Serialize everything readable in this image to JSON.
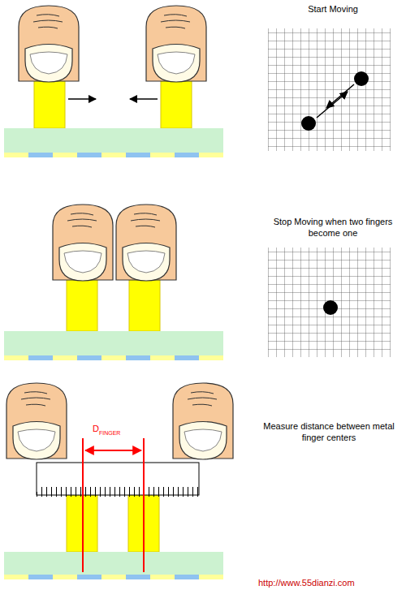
{
  "diagram": {
    "labels": [
      "Start Moving",
      "Stop Moving when two fingers become one",
      "Measure distance between metal finger centers",
      "D",
      "FINGER",
      "http://www.55dianzi.com"
    ]
  }
}
